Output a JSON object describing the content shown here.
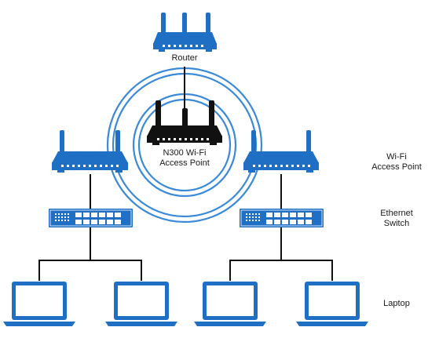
{
  "labels": {
    "router": "Router",
    "center_ap_line1": "N300 Wi-Fi",
    "center_ap_line2": "Access Point",
    "legend_ap_line1": "Wi-Fi",
    "legend_ap_line2": "Access Point",
    "legend_switch_line1": "Ethernet",
    "legend_switch_line2": "Switch",
    "legend_laptop": "Laptop"
  },
  "colors": {
    "blue": "#1f6fc4",
    "ring": "#3a8ad9",
    "black": "#111111",
    "wire": "#111111"
  },
  "icons": {
    "router": "router-icon",
    "access_point": "access-point-icon",
    "switch": "ethernet-switch-icon",
    "laptop": "laptop-icon"
  }
}
